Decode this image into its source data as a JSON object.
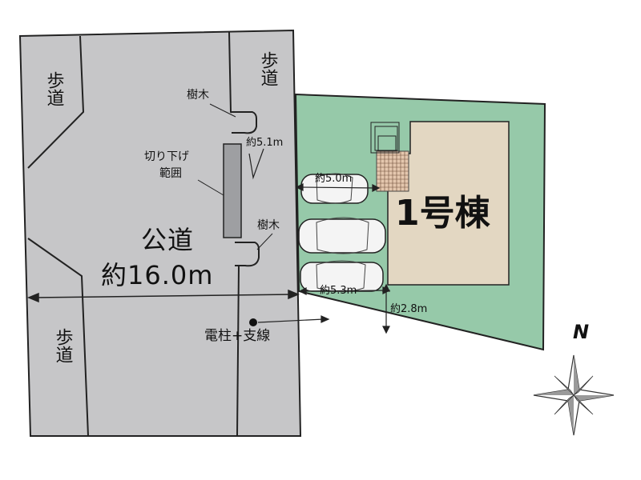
{
  "colors": {
    "road": "#c6c6c8",
    "lot": "#96c9a9",
    "building": "#e3d7c2",
    "outline": "#222222",
    "grid_area": "#e4c7ae"
  },
  "labels": {
    "sidewalk": "歩道",
    "tree": "樹木",
    "curb_cut": [
      "切り下げ",
      "範囲"
    ],
    "public_road": "公道",
    "road_width": "約16.0m",
    "building": "1号棟",
    "pole": "電柱+支線",
    "north": "N"
  },
  "dimensions": {
    "curb_cut_length": "約5.1m",
    "parking_depth": "約5.0m",
    "parking_width": "約5.3m",
    "setback": "約2.8m"
  },
  "icons": [
    "car-icon",
    "tree-icon",
    "utility-pole-icon",
    "compass-rose-icon"
  ]
}
